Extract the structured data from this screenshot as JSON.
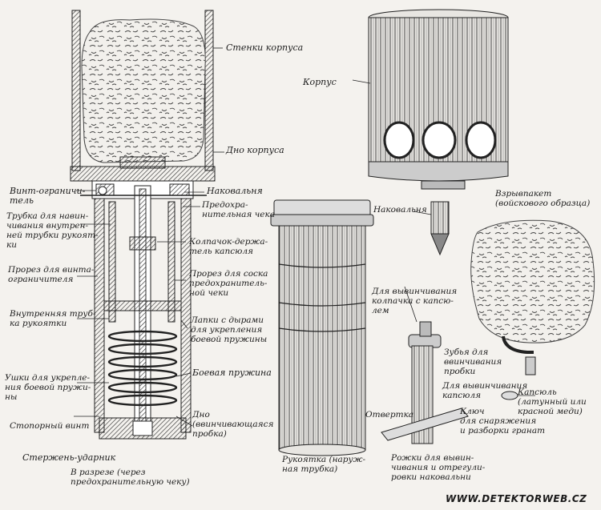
{
  "labels": {
    "stenki_korpusa": "Стенки корпуса",
    "dno_korpusa": "Дно корпуса",
    "korpus": "Корпус",
    "nakovalnya_top": "Наковальня",
    "predohr_cheka": "Предохра-\nнительная чека",
    "vint_ogranichitel": "Винт-ограничи-\nтель",
    "trubka_navinchivaniya": "Трубка для навин-\nчивания внутрен-\nней трубки рукоят-\nки",
    "kolpachok_derzhatel": "Колпачок-держа-\nтель капсюля",
    "prorez_vinta": "Прорез для винта-\nограничителя",
    "prorez_soska": "Прорез для соска\nпредохранитель-\nной чеки",
    "vnutrennyaya_trubka": "Внутренняя труб-\nка рукоятки",
    "lapki": "Лапки с дырами\nдля укрепления\nбоевой пружины",
    "ushki": "Ушки для укрепле-\nния боевой пружи-\nны",
    "boevaya_pruzhina": "Боевая пружина",
    "stopornyi_vint": "Стопорный винт",
    "dno_probka": "Дно\n(ввинчивающаяся\nпробка)",
    "sterzhen_udarnik": "Стержень-ударник",
    "v_razreze": "В разрезе (через\nпредохранительную чеку)",
    "rukoyatka": "Рукоятка (наруж-\nная трубка)",
    "nakovalnya_right": "Наковальня",
    "vzryvpaket": "Взрывпакет\n(войскового образца)",
    "dlya_vyvinchivaniya_kolpachka": "Для вывинчивания\nколпачка с капсю-\nлем",
    "zuby_dlya_vvinchivaniya": "Зубья для\nввинчивания\nпробки",
    "dlya_vyvinchivaniya_kapsyulya": "Для вывинчивания\nкапсюля",
    "kapsyul": "Капсюль\n(латунный или\nкрасной меди)",
    "otvertka": "Отвертка",
    "klyuch": "Ключ\nдля снаряжения\nи разборки гранат",
    "rozhki": "Рожки для вывин-\nчивания и отрегули-\nровки наковальни",
    "watermark": "WWW.DETEKTORWEB.CZ"
  },
  "colors": {
    "ink": "#1c1c1c",
    "paper": "#f4f2ee",
    "shade": "#8a8a8a"
  }
}
